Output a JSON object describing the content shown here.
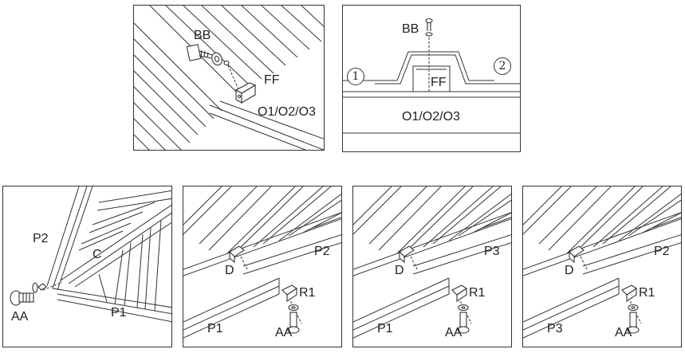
{
  "panels": {
    "p1": {
      "bolt": "BB",
      "bracket": "FF",
      "beam": "O1/O2/O3"
    },
    "p2": {
      "bolt": "BB",
      "bracket": "FF",
      "beam": "O1/O2/O3",
      "left_marker": "1",
      "right_marker": "2"
    },
    "p3": {
      "bolt": "AA",
      "corner": "C",
      "panel_upper": "P2",
      "panel_lower": "P1"
    },
    "p4": {
      "bracket_top": "D",
      "panel_upper": "P2",
      "panel_lower": "P1",
      "bracket_bottom": "R1",
      "bolt": "AA"
    },
    "p5": {
      "bracket_top": "D",
      "panel_upper": "P3",
      "panel_lower": "P1",
      "bracket_bottom": "R1",
      "bolt": "AA"
    },
    "p6": {
      "bracket_top": "D",
      "panel_upper": "P2",
      "panel_lower": "P3",
      "bracket_bottom": "R1",
      "bolt": "AA"
    }
  }
}
